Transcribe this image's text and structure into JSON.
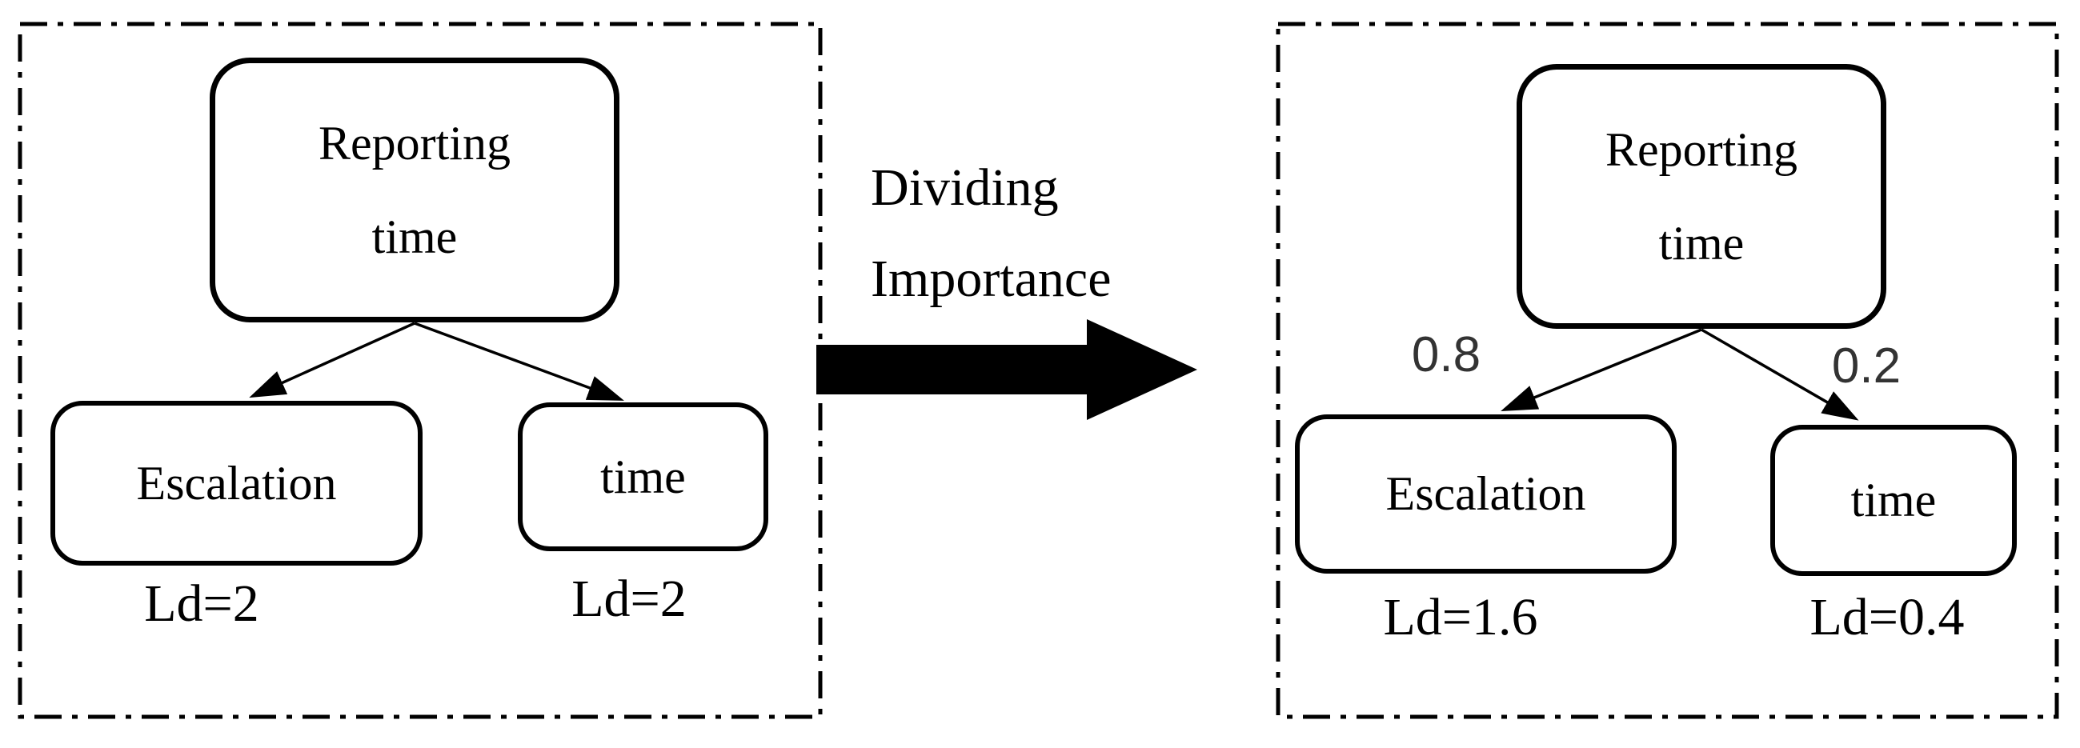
{
  "figure": {
    "description": "Dividing importance over a reporting-time decomposition tree",
    "background_color": "#ffffff",
    "ink_color": "#000000",
    "weight_text_color": "#333333"
  },
  "left_panel": {
    "root": {
      "label": "Reporting time"
    },
    "children": [
      {
        "label": "Escalation",
        "ld": "Ld=2"
      },
      {
        "label": "time",
        "ld": "Ld=2"
      }
    ]
  },
  "transform_label": {
    "text": "Dividing Importance"
  },
  "right_panel": {
    "root": {
      "label": "Reporting time"
    },
    "children": [
      {
        "label": "Escalation",
        "weight": "0.8",
        "ld": "Ld=1.6"
      },
      {
        "label": "time",
        "weight": "0.2",
        "ld": "Ld=0.4"
      }
    ]
  }
}
